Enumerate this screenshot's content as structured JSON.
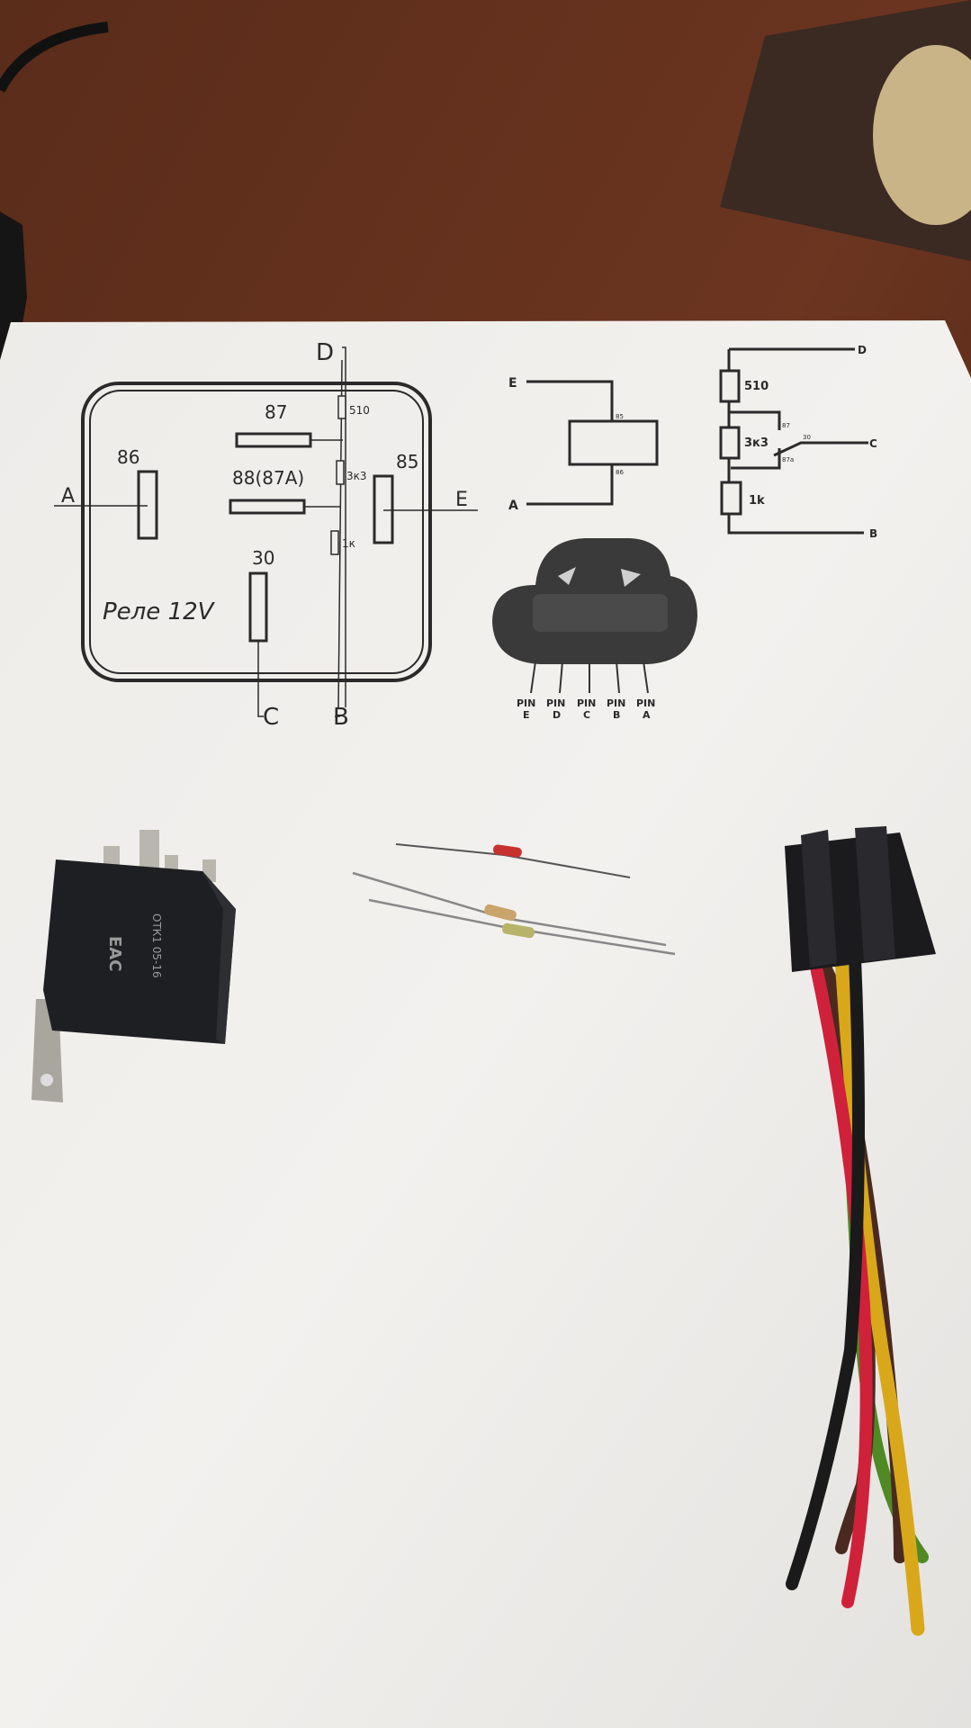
{
  "relay_diagram": {
    "pins": {
      "p87": "87",
      "p88": "88(87A)",
      "p86": "86",
      "p85": "85",
      "p30": "30"
    },
    "terminals": {
      "a": "A",
      "b": "B",
      "c": "C",
      "d": "D",
      "e": "E"
    },
    "resistors": [
      "510",
      "3к3",
      "1к"
    ],
    "title": "Реле 12V"
  },
  "coil_schematic": {
    "e": "E",
    "a": "A",
    "top_pin": "85",
    "bottom_pin": "86"
  },
  "resistor_schematic": {
    "d": "D",
    "c": "C",
    "b": "B",
    "resistors": [
      "510",
      "3к3",
      "1k"
    ],
    "contacts": {
      "p87": "87",
      "p30": "30",
      "p87a": "87a"
    }
  },
  "connector": {
    "pins": [
      {
        "top": "PIN",
        "bottom": "E"
      },
      {
        "top": "PIN",
        "bottom": "D"
      },
      {
        "top": "PIN",
        "bottom": "C"
      },
      {
        "top": "PIN",
        "bottom": "B"
      },
      {
        "top": "PIN",
        "bottom": "A"
      }
    ]
  },
  "relay_part": {
    "marking1": "ОТК1 05-16",
    "marking2": "EAC"
  },
  "colors": {
    "wood": "#4a2416",
    "paper": "#f1efec",
    "ink": "#2a2a2a",
    "wire_red": "#d0213a",
    "wire_black": "#1a1a1a",
    "wire_yellow": "#d9a81a",
    "wire_brown": "#4a2a20",
    "wire_green": "#4f8a25"
  }
}
